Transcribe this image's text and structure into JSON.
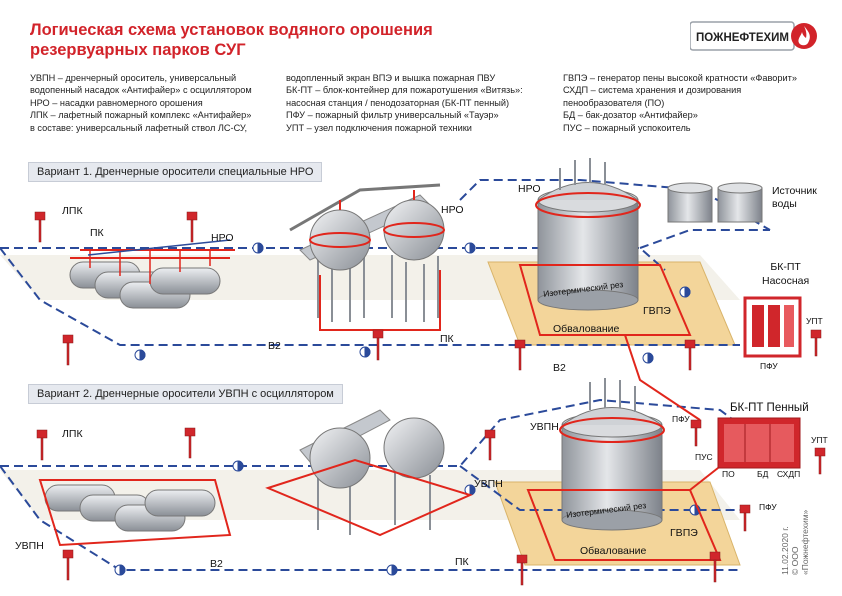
{
  "title": {
    "line1": "Логическая схема установок водяного орошения",
    "line2": "резервуарных парков СУГ"
  },
  "logo": {
    "text": "ПОЖНЕФТЕХИМ",
    "color": "#d2232a"
  },
  "legend": {
    "col1": [
      "УВПН – дренчерный ороситель, универсальный",
      "водопенный насадок «Антифайер» с осциллятором",
      "НРО – насадки равномерного орошения",
      "ЛПК – лафетный пожарный комплекс «Антифайер»",
      "в составе: универсальный лафетный ствол ЛС-СУ,"
    ],
    "col2": [
      "водопленный экран ВПЭ и вышка пожарная ПВУ",
      "БК-ПТ – блок-контейнер для пожаротушения «Витязь»:",
      "насосная станция / пенодозаторная (БК-ПТ пенный)",
      "ПФУ – пожарный фильтр универсальный «Тауэр»",
      "УПТ – узел подключения пожарной техники"
    ],
    "col3": [
      "ГВПЭ – генератор пены высокой кратности «Фаворит»",
      "СХДП – система хранения и дозирования",
      "пенообразователя (ПО)",
      "БД – бак-дозатор «Антифайер»",
      "ПУС – пожарный успокоитель"
    ]
  },
  "variant1": {
    "title": "Вариант 1. Дренчерные оросители специальные НРО",
    "labels": {
      "lpk": "ЛПК",
      "pk1": "ПК",
      "nro1": "НРО",
      "nro2": "НРО",
      "nro3": "НРО",
      "v2a": "В2",
      "pk2": "ПК",
      "v2b": "В2",
      "water_source": "Источник\nводы",
      "izo": "Изотермический рез",
      "gvpe": "ГВПЭ",
      "obval": "Обвалование",
      "bk_pump": "БК-ПТ\nНасосная",
      "upt": "УПТ",
      "pfu": "ПФУ"
    }
  },
  "variant2": {
    "title": "Вариант 2. Дренчерные оросители УВПН с осциллятором",
    "labels": {
      "lpk": "ЛПК",
      "uvpn1": "УВПН",
      "uvpn2": "УВПН",
      "uvpn3": "УВПН",
      "v2": "В2",
      "pk": "ПК",
      "izo": "Изотермический рез",
      "gvpe": "ГВПЭ",
      "obval": "Обвалование",
      "bk_foam": "БК-ПТ Пенный",
      "pfu1": "ПФУ",
      "pus": "ПУС",
      "upt": "УПТ",
      "po": "ПО",
      "bd": "БД",
      "shdp": "СХДП",
      "pfu2": "ПФУ"
    }
  },
  "footer": {
    "date": "11.02.2020 г.",
    "copyright": "© ООО",
    "company": "«Пожнефтехим»"
  },
  "colors": {
    "title": "#d2232a",
    "pipe_red": "#e1261c",
    "pipe_blue": "#2b4a9a",
    "ground": "#f3f1ea",
    "embankment": "#f3d59a",
    "tank_grey": "#b6bac1",
    "bk_red": "#d0262b"
  }
}
